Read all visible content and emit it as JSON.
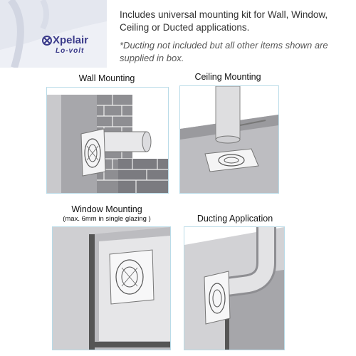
{
  "intro": {
    "main_text": "Includes universal mounting kit for Wall, Window, Ceiling or Ducted applications.",
    "note_text": "*Ducting not included but all other items shown are supplied in box."
  },
  "brand": {
    "logo_text": "Xpelair",
    "logo_subtext": "Lo-volt"
  },
  "sections": {
    "wall": {
      "title": "Wall Mounting"
    },
    "ceiling": {
      "title": "Ceiling Mounting"
    },
    "window": {
      "title": "Window Mounting",
      "subtitle": "(max. 6mm in single glazing )"
    },
    "ducting": {
      "title": "Ducting Application"
    }
  }
}
